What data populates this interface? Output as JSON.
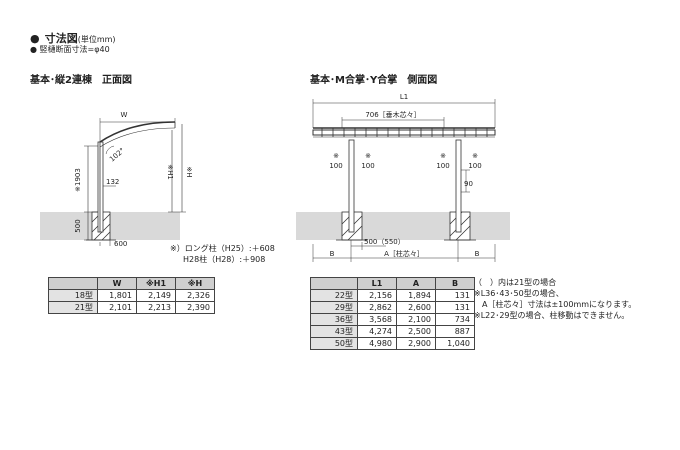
{
  "header": {
    "title": "寸法図",
    "unit": "(単位mm)",
    "note": "竪樋断面寸法=φ40"
  },
  "front_view": {
    "title": "基本･縦2連棟　正面図",
    "width_label": "W",
    "angle_label": "102°",
    "height_1903": "※1903",
    "h1_label": "※H1",
    "h_label": "※H",
    "dim_132": "132",
    "dim_500": "500",
    "dim_600": "600",
    "note_long_pillar": "※）ロング柱（H25）:＋608",
    "note_h28": "H28柱（H28）:＋908"
  },
  "side_view": {
    "title": "基本･M合掌･Y合掌　側面図",
    "l1_label": "L1",
    "dim_706": "706［垂木芯々］",
    "dim_100_a": "※",
    "dim_100_b": "100",
    "dim_100_c": "※",
    "dim_100_d": "100",
    "dim_100_e": "※",
    "dim_100_f": "100",
    "dim_100_g": "※",
    "dim_100_h": "100",
    "dim_90": "90",
    "dim_500_550": "500（550）",
    "b_left": "B",
    "a_label": "A［柱芯々］",
    "b_right": "B"
  },
  "front_table": {
    "headers": [
      "",
      "W",
      "※H1",
      "※H"
    ],
    "rows": [
      [
        "18型",
        "1,801",
        "2,149",
        "2,326"
      ],
      [
        "21型",
        "2,101",
        "2,213",
        "2,390"
      ]
    ]
  },
  "side_table": {
    "headers": [
      "",
      "L1",
      "A",
      "B"
    ],
    "rows": [
      [
        "22型",
        "2,156",
        "1,894",
        "131"
      ],
      [
        "29型",
        "2,862",
        "2,600",
        "131"
      ],
      [
        "36型",
        "3,568",
        "2,100",
        "734"
      ],
      [
        "43型",
        "4,274",
        "2,500",
        "887"
      ],
      [
        "50型",
        "4,980",
        "2,900",
        "1,040"
      ]
    ]
  },
  "notes": [
    "（　）内は21型の場合",
    "※L36･43･50型の場合、",
    "　A［柱芯々］寸法は±100mmになります。",
    "※L22･29型の場合、柱移動はできません。"
  ]
}
